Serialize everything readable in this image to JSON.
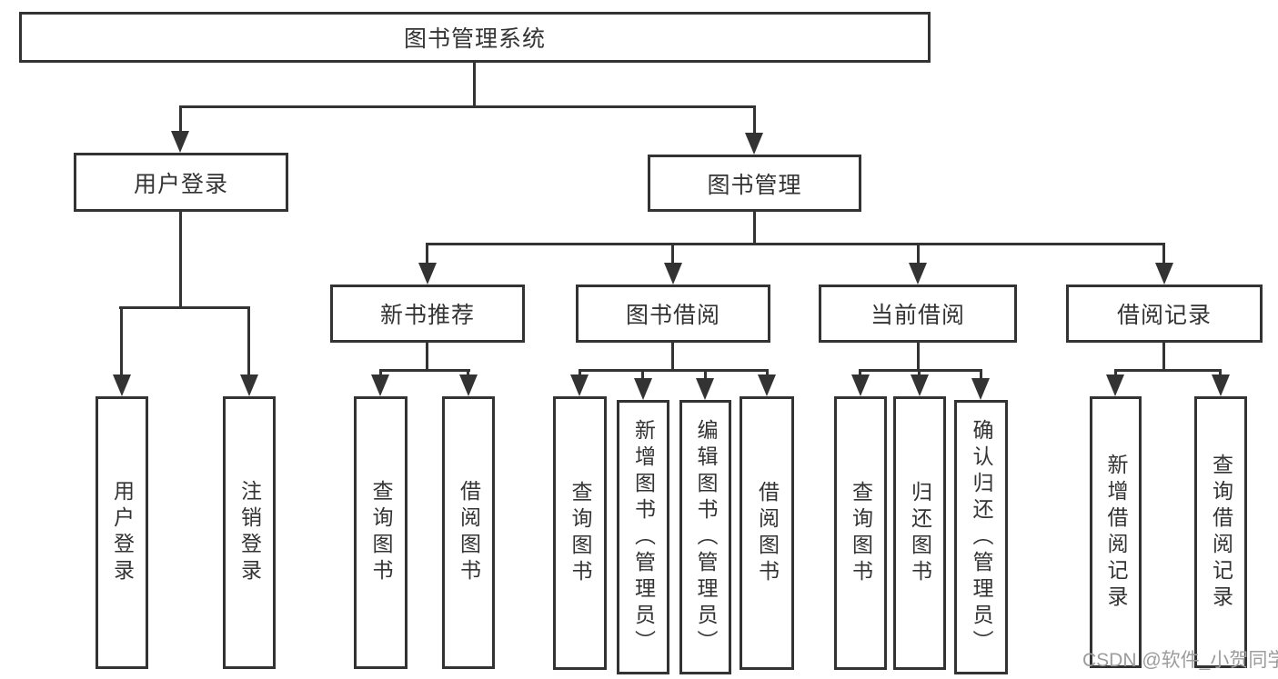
{
  "tree": {
    "root": {
      "label": "图书管理系统"
    },
    "branches": [
      {
        "label": "用户登录",
        "children": [
          {
            "label": "用户登录"
          },
          {
            "label": "注销登录"
          }
        ]
      },
      {
        "label": "图书管理",
        "children": [
          {
            "label": "新书推荐",
            "children": [
              {
                "label": "查询图书"
              },
              {
                "label": "借阅图书"
              }
            ]
          },
          {
            "label": "图书借阅",
            "children": [
              {
                "label": "查询图书"
              },
              {
                "label": "新增图书（管理员）"
              },
              {
                "label": "编辑图书（管理员）"
              },
              {
                "label": "借阅图书"
              }
            ]
          },
          {
            "label": "当前借阅",
            "children": [
              {
                "label": "查询图书"
              },
              {
                "label": "归还图书"
              },
              {
                "label": "确认归还（管理员）"
              }
            ]
          },
          {
            "label": "借阅记录",
            "children": [
              {
                "label": "新增借阅记录"
              },
              {
                "label": "查询借阅记录"
              }
            ]
          }
        ]
      }
    ]
  },
  "watermark": {
    "text": "CSDN @软件_小贺同学"
  },
  "colors": {
    "background": "#ffffff",
    "line": "#333333",
    "text": "#333333",
    "watermark": "#9c9c9c"
  }
}
